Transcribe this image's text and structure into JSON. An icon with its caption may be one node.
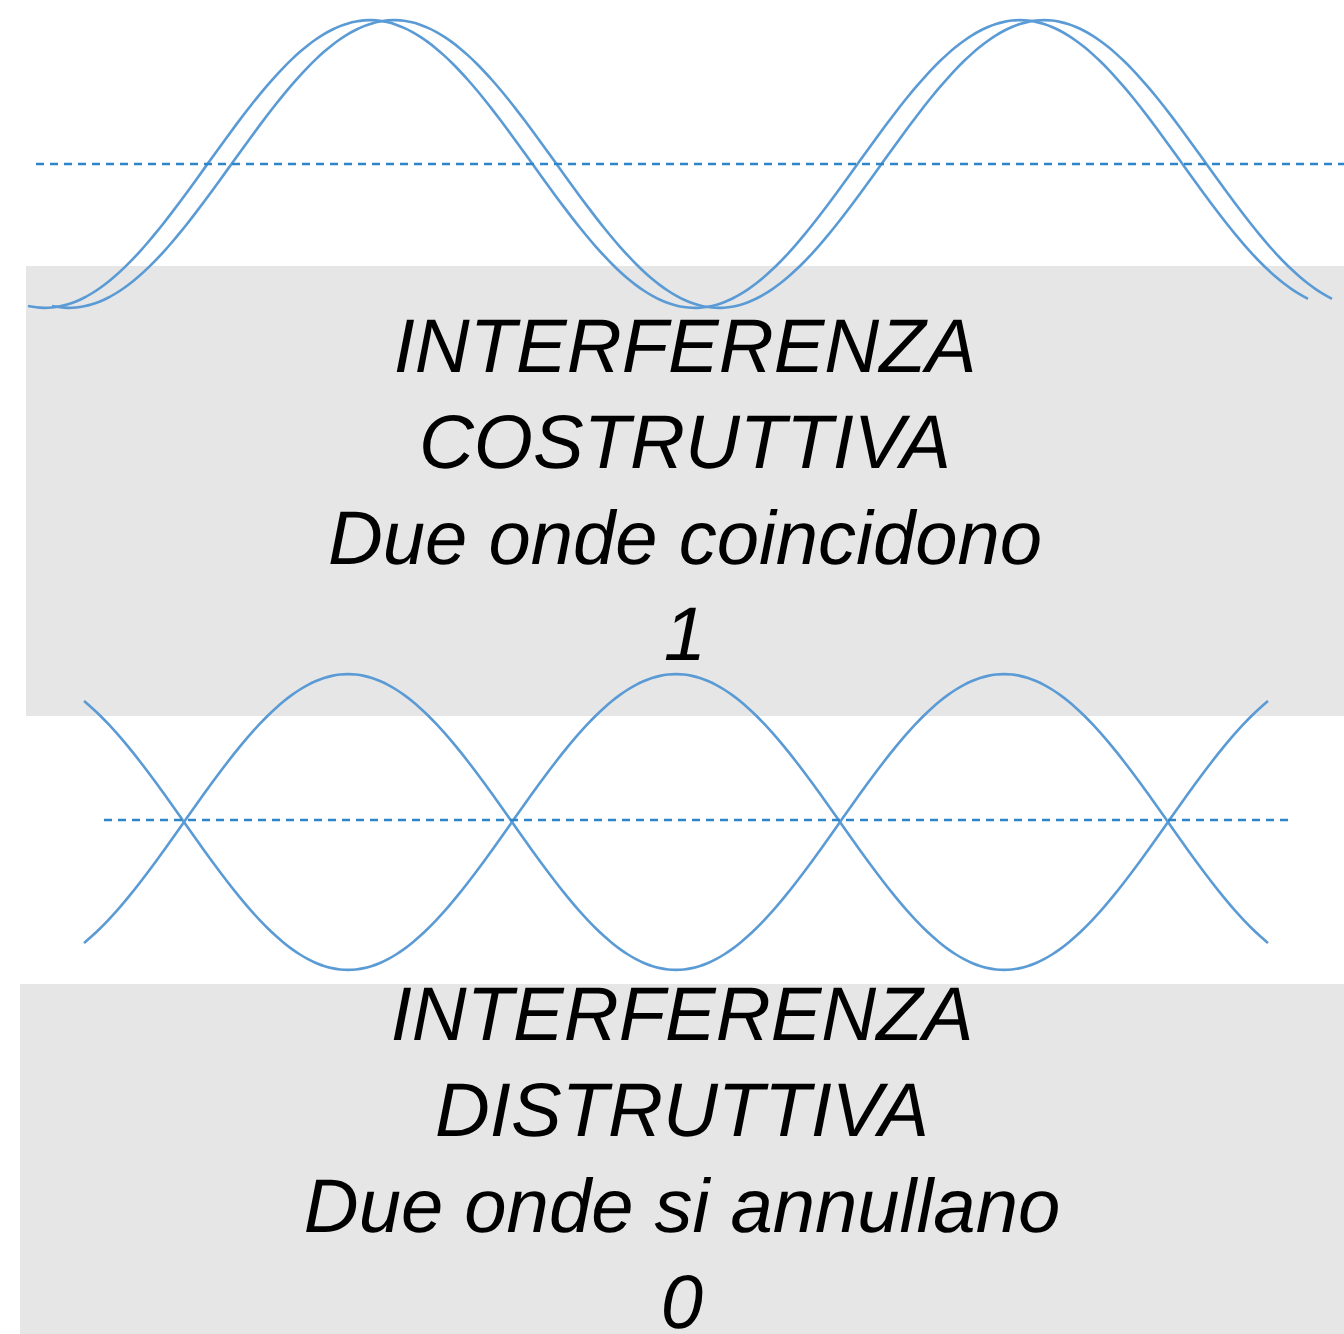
{
  "diagram": {
    "nodes": [
      {
        "text": [
          "INTERFERENZA COSTRUTTIVA",
          "Due onde coincidono",
          "1"
        ]
      },
      {
        "text": [
          "INTERFERENZA DISTRUTTIVA",
          "Due onde si annullano",
          "0"
        ]
      }
    ]
  }
}
